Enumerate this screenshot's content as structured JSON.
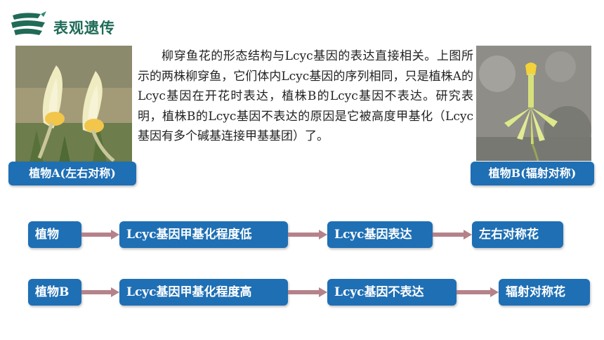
{
  "header": {
    "title": "表观遗传"
  },
  "paragraph": "柳穿鱼花的形态结构与Lcyc基因的表达直接相关。上图所示的两株柳穿鱼，它们体内Lcyc基因的序列相同，只是植株A的Lcyc基因在开花时表达，植株B的Lcyc基因不表达。研究表明，植株B的Lcyc基因不表达的原因是它被高度甲基化（Lcyc基因有多个碱基连接甲基基团）了。",
  "labels": {
    "plant_a": "植物A(左右对称)",
    "plant_b": "植物B(辐射对称)"
  },
  "flow": {
    "row1": [
      "植物",
      "Lcyc基因甲基化程度低",
      "Lcyc基因表达",
      "左右对称花"
    ],
    "row2": [
      "植物B",
      "Lcyc基因甲基化程度高",
      "Lcyc基因不表达",
      "辐射对称花"
    ]
  },
  "colors": {
    "box": "#1f6fb4",
    "arrow": "#b5828a",
    "title": "#1f6b57"
  }
}
